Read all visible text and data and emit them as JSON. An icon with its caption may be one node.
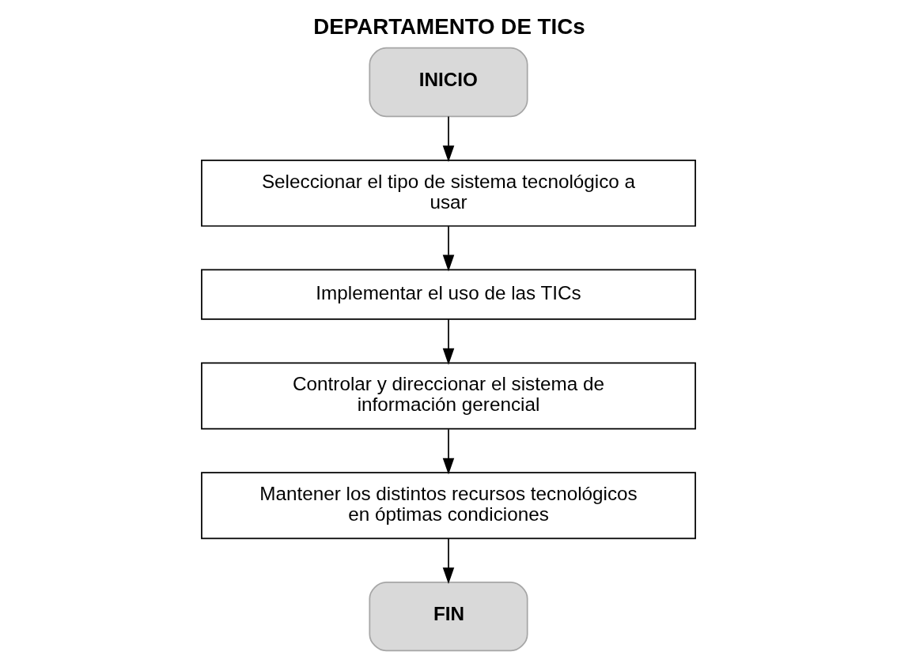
{
  "diagram": {
    "title": "DEPARTAMENTO DE TICs",
    "nodes": [
      {
        "text": [
          "INICIO"
        ]
      },
      {
        "text": [
          "Seleccionar el tipo de sistema tecnológico a usar"
        ]
      },
      {
        "text": [
          "Implementar el uso de las TICs"
        ]
      },
      {
        "text": [
          "Controlar y direccionar el sistema de información gerencial"
        ]
      },
      {
        "text": [
          "Mantener los distintos recursos tecnológicos en óptimas condiciones"
        ]
      },
      {
        "text": [
          "FIN"
        ]
      }
    ],
    "edges": [
      {
        "from": 0,
        "to": 1,
        "arrow": "to"
      },
      {
        "from": 1,
        "to": 2,
        "arrow": "to"
      },
      {
        "from": 2,
        "to": 3,
        "arrow": "to"
      },
      {
        "from": 3,
        "to": 4,
        "arrow": "to"
      },
      {
        "from": 4,
        "to": 5,
        "arrow": "to"
      }
    ]
  }
}
